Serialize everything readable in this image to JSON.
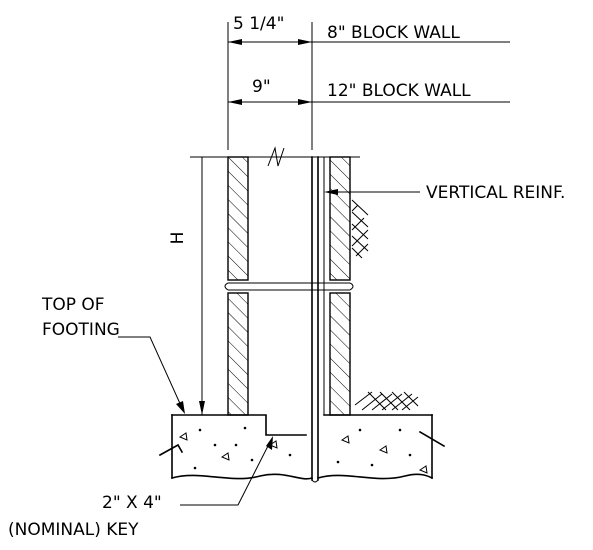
{
  "dimensions": {
    "top_value": "5 1/4\"",
    "top_label": "8\" BLOCK WALL",
    "bottom_value": "9\"",
    "bottom_label": "12\" BLOCK WALL"
  },
  "labels": {
    "height": "H",
    "vertical_reinf": "VERTICAL REINF.",
    "top_of_footing_line1": "TOP OF",
    "top_of_footing_line2": "FOOTING",
    "key_line1": "2\" X 4\"",
    "key_line2": "(NOMINAL) KEY"
  }
}
